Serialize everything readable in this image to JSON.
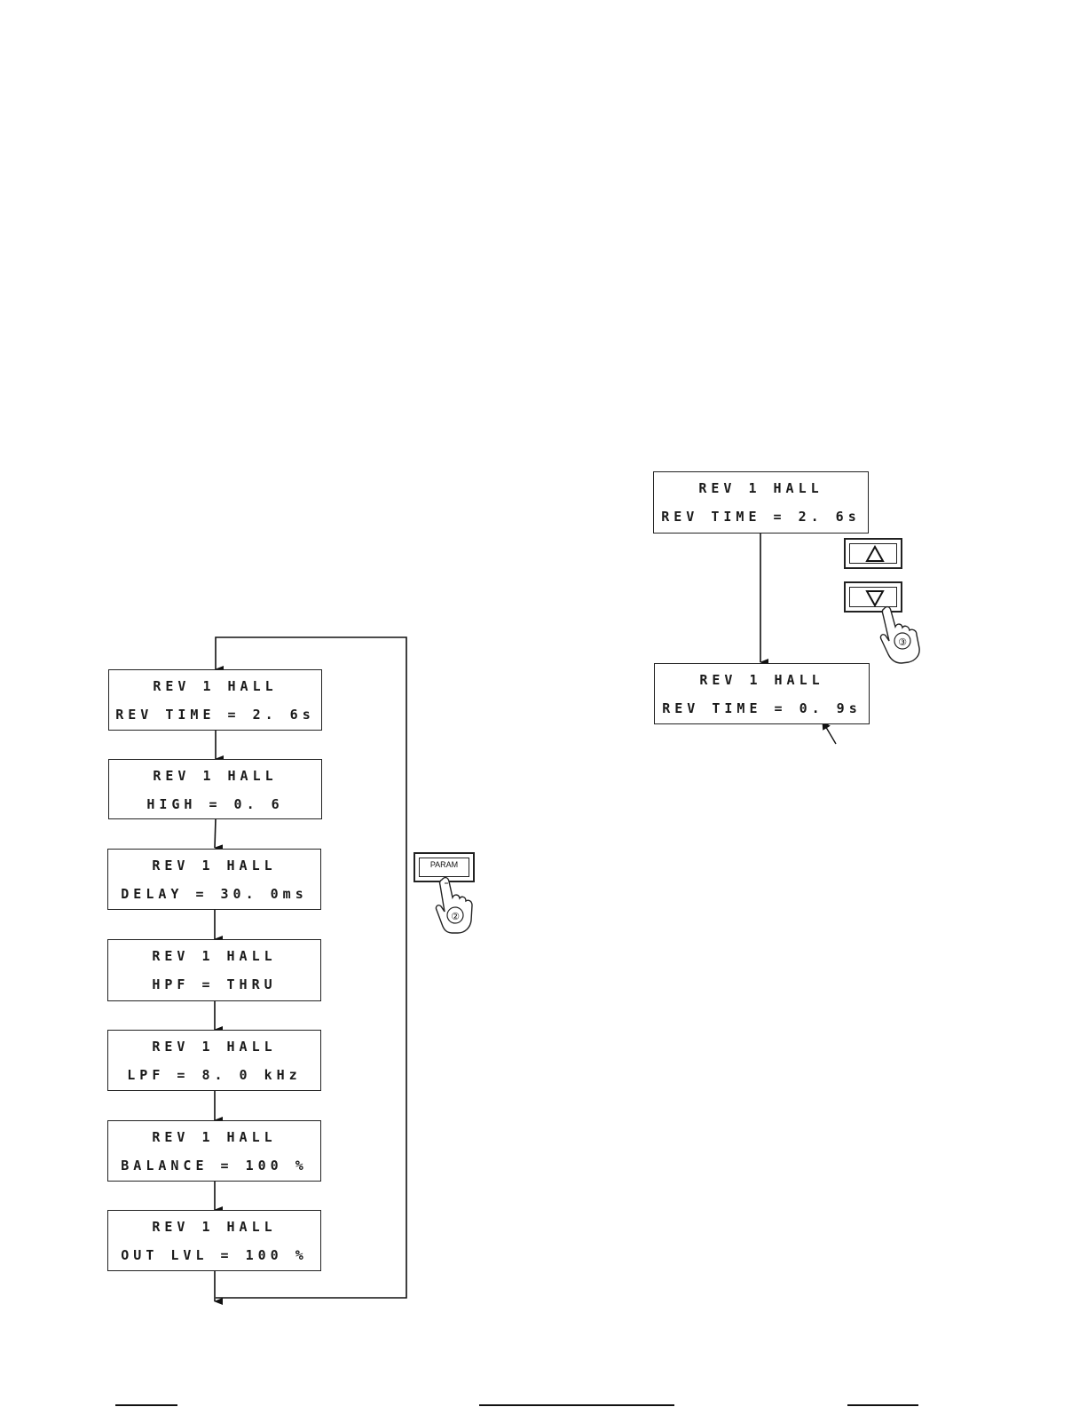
{
  "flow": {
    "displays": [
      {
        "line1": "REV 1 HALL",
        "line2": "REV TIME = 2. 6s"
      },
      {
        "line1": "REV 1 HALL",
        "line2": "HIGH = 0. 6"
      },
      {
        "line1": "REV 1 HALL",
        "line2": "DELAY = 30. 0ms"
      },
      {
        "line1": "REV 1 HALL",
        "line2": "HPF = THRU"
      },
      {
        "line1": "REV 1 HALL",
        "line2": "LPF = 8. 0 kHz"
      },
      {
        "line1": "REV 1 HALL",
        "line2": "BALANCE = 100 %"
      },
      {
        "line1": "REV 1 HALL",
        "line2": "OUT LVL = 100 %"
      }
    ],
    "param_button": {
      "label": "PARAM",
      "step": "②",
      "icon": "pointing-hand-icon"
    }
  },
  "edit": {
    "before": {
      "line1": "REV 1 HALL",
      "line2": "REV TIME = 2. 6s"
    },
    "after": {
      "line1": "REV 1 HALL",
      "line2": "REV TIME = 0. 9s"
    },
    "up_button": {
      "icon": "up-triangle-icon"
    },
    "down_button": {
      "icon": "down-triangle-icon",
      "step": "③"
    }
  }
}
